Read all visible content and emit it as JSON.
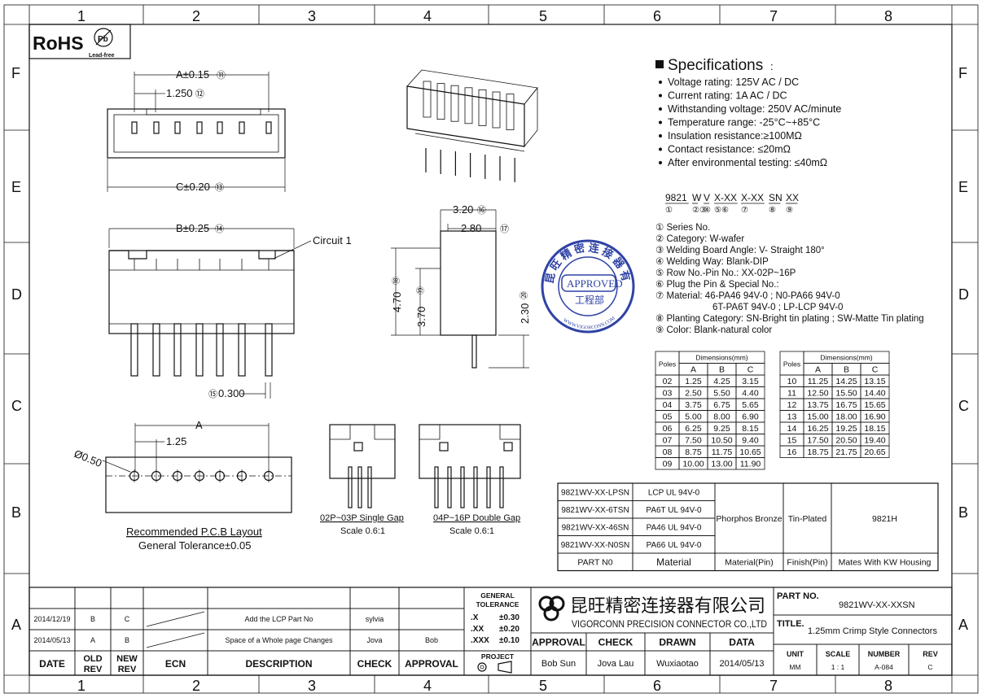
{
  "border": {
    "columns": [
      "1",
      "2",
      "3",
      "4",
      "5",
      "6",
      "7",
      "8"
    ],
    "rows": [
      "F",
      "E",
      "D",
      "C",
      "B",
      "A"
    ]
  },
  "rohs": {
    "label": "RoHS",
    "pb": "Pb",
    "leadfree": "Lead-free"
  },
  "top_view": {
    "dim_a": "A±0.15",
    "dim_a_ref": "⑪",
    "pitch": "1.250",
    "pitch_ref": "⑫",
    "dim_c": "C±0.20",
    "dim_c_ref": "⑬"
  },
  "front_view": {
    "dim_b": "B±0.25",
    "dim_b_ref": "⑭",
    "circuit": "Circuit 1",
    "pin_w": "0.300",
    "pin_w_ref": "⑮"
  },
  "side_view": {
    "w1": "3.20",
    "w1_ref": "⑯",
    "w2": "2.80",
    "w2_ref": "⑰",
    "h1": "4.70",
    "h1_ref": "⑱",
    "h2": "3.70",
    "h2_ref": "⑲",
    "h3": "2.30",
    "h3_ref": "⑳"
  },
  "pcb": {
    "dim_a": "A",
    "pitch": "1.25",
    "hole": "Ø0.50",
    "title": "Recommended P.C.B Layout",
    "tolerance": "General Tolerance±0.05"
  },
  "gaps": {
    "single_title": "02P~03P Single Gap",
    "single_scale": "Scale 0.6:1",
    "double_title": "04P~16P Double Gap",
    "double_scale": "Scale 0.6:1"
  },
  "stamp": {
    "ring": "昆 旺 精 密 连 接 器 有 限 公 司",
    "approved": "APPROVED",
    "dept": "工程部",
    "url": "WWW.VIGORCONN.COM"
  },
  "specs": {
    "title": "Specifications",
    "title_suffix": ":",
    "items": [
      "Voltage rating: 125V AC / DC",
      "Current rating: 1A  AC / DC",
      "Withstanding voltage: 250V AC/minute",
      "Temperature range: -25°C~+85°C",
      "Insulation resistance:≥100MΩ",
      "Contact resistance: ≤20mΩ",
      "After environmental testing:  ≤40mΩ"
    ]
  },
  "part_code": {
    "segments": [
      "9821",
      "W",
      "V",
      "X-XX",
      "X-XX",
      "SN",
      "XX"
    ],
    "refs": [
      "①",
      "②③",
      "④",
      "⑤⑥",
      "⑦",
      "⑧",
      "⑨"
    ],
    "legend": [
      "① Series No.",
      "② Category:  W-wafer",
      "③ Welding Board Angle: V- Straight 180°",
      "④ Welding Way:  Blank-DIP",
      "⑤ Row No.-Pin No.:  XX-02P~16P",
      "⑥ Plug the Pin & Special No.:",
      "⑦ Material:  46-PA46  94V-0 ; N0-PA66  94V-0",
      "6T-PA6T  94V-0 ; LP-LCP 94V-0",
      "⑧ Planting Category:   SN-Bright tin plating ; SW-Matte Tin plating",
      "⑨ Color:  Blank-natural color"
    ]
  },
  "dim_table": {
    "poles_label": "Poles",
    "dims_label": "Dimensions(mm)",
    "cols": [
      "A",
      "B",
      "C"
    ],
    "left": [
      [
        "02",
        "1.25",
        "4.25",
        "3.15"
      ],
      [
        "03",
        "2.50",
        "5.50",
        "4.40"
      ],
      [
        "04",
        "3.75",
        "6.75",
        "5.65"
      ],
      [
        "05",
        "5.00",
        "8.00",
        "6.90"
      ],
      [
        "06",
        "6.25",
        "9.25",
        "8.15"
      ],
      [
        "07",
        "7.50",
        "10.50",
        "9.40"
      ],
      [
        "08",
        "8.75",
        "11.75",
        "10.65"
      ],
      [
        "09",
        "10.00",
        "13.00",
        "11.90"
      ]
    ],
    "right": [
      [
        "10",
        "11.25",
        "14.25",
        "13.15"
      ],
      [
        "11",
        "12.50",
        "15.50",
        "14.40"
      ],
      [
        "12",
        "13.75",
        "16.75",
        "15.65"
      ],
      [
        "13",
        "15.00",
        "18.00",
        "16.90"
      ],
      [
        "14",
        "16.25",
        "19.25",
        "18.15"
      ],
      [
        "15",
        "17.50",
        "20.50",
        "19.40"
      ],
      [
        "16",
        "18.75",
        "21.75",
        "20.65"
      ]
    ]
  },
  "material_table": {
    "rows": [
      [
        "9821WV-XX-LPSN",
        "LCP  UL 94V-0"
      ],
      [
        "9821WV-XX-6TSN",
        "PA6T  UL 94V-0"
      ],
      [
        "9821WV-XX-46SN",
        "PA46  UL 94V-0"
      ],
      [
        "9821WV-XX-N0SN",
        "PA66  UL 94V-0"
      ]
    ],
    "pin_material": "Phorphos Bronze",
    "finish": "Tin-Plated",
    "mates": "9821H",
    "headers": [
      "PART N0",
      "Material",
      "Material(Pin)",
      "Finish(Pin)",
      "Mates With  KW  Housing"
    ]
  },
  "title_block": {
    "revisions": [
      {
        "date": "2014/12/19",
        "old": "B",
        "new": "C",
        "desc": "Add the LCP Part No",
        "check": "sylvia",
        "approval": ""
      },
      {
        "date": "2014/05/13",
        "old": "A",
        "new": "B",
        "desc": "Space of a Whole page Changes",
        "check": "Jova",
        "approval": "Bob"
      }
    ],
    "headers": [
      "DATE",
      "OLD REV",
      "NEW REV",
      "ECN",
      "DESCRIPTION",
      "CHECK",
      "APPROVAL"
    ],
    "tolerance": {
      "title": "GENERAL TOLERANCE",
      "rows": [
        [
          ".X",
          "±0.30"
        ],
        [
          ".XX",
          "±0.20"
        ],
        [
          ".XXX",
          "±0.10"
        ]
      ]
    },
    "projection": "PROJECT",
    "company_cn": "昆旺精密连接器有限公司",
    "company_en": "VIGORCONN PRECISION CONNECTOR CO.,LTD",
    "sign_headers": [
      "APPROVAL",
      "CHECK",
      "DRAWN",
      "DATA"
    ],
    "sign_values": [
      "Bob Sun",
      "Jova Lau",
      "Wuxiaotao",
      "2014/05/13"
    ],
    "part_no_label": "PART NO.",
    "part_no": "9821WV-XX-XXSN",
    "title_label": "TITLE.",
    "title": "1.25mm Crimp Style Connectors",
    "meta_headers": [
      "UNIT",
      "SCALE",
      "NUMBER",
      "REV"
    ],
    "meta_values": [
      "MM",
      "1 : 1",
      "A-084",
      "C"
    ]
  }
}
